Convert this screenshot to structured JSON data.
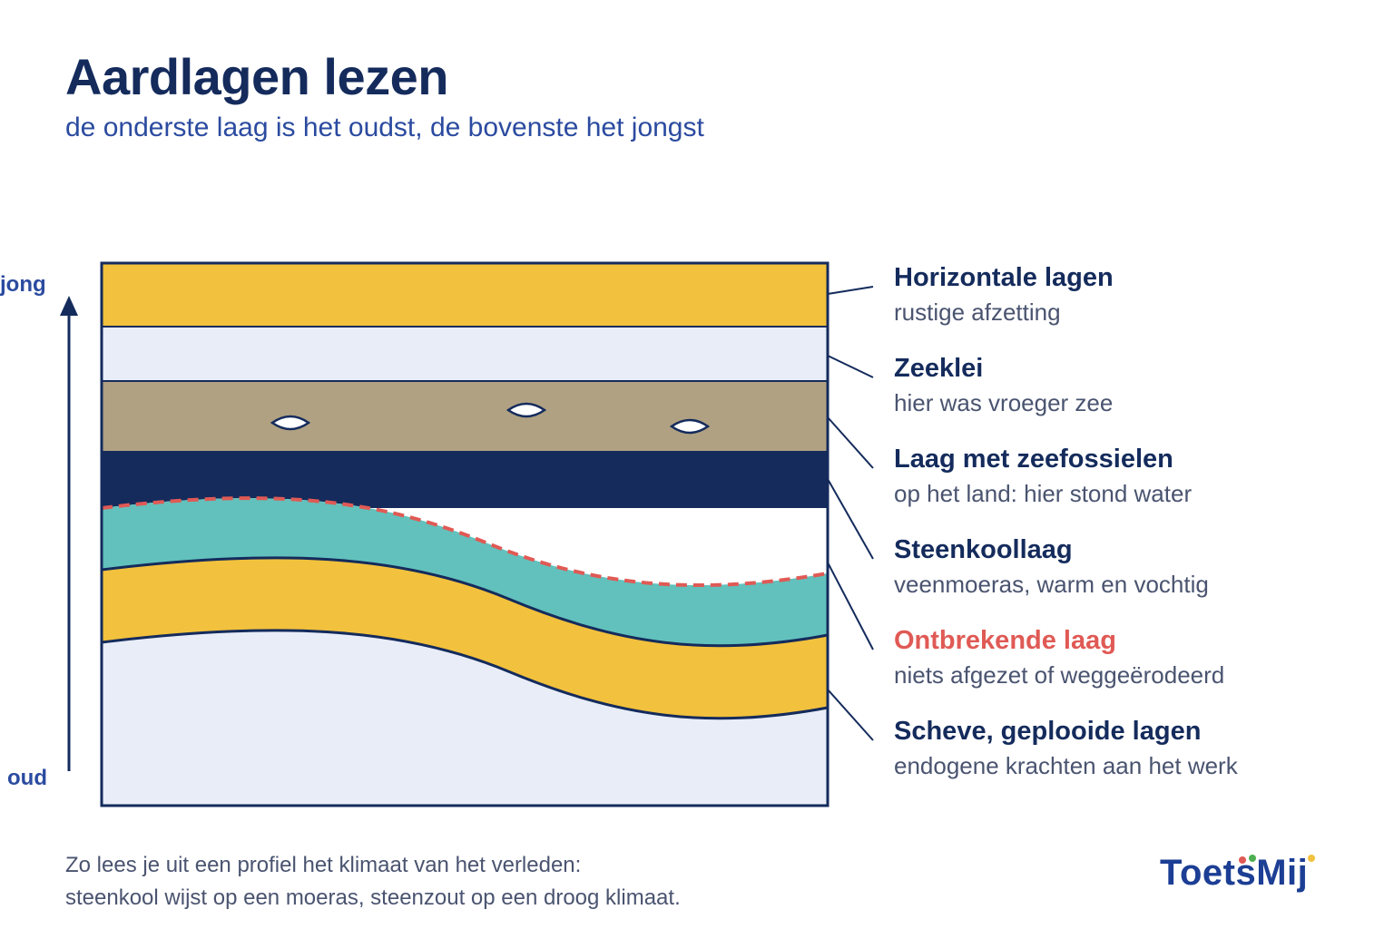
{
  "title": "Aardlagen lezen",
  "subtitle": "de onderste laag is het oudst, de bovenste het jongst",
  "axis": {
    "top": "jong",
    "bottom": "oud"
  },
  "labels": [
    {
      "title": "Horizontale lagen",
      "desc": "rustige afzetting"
    },
    {
      "title": "Zeeklei",
      "desc": "hier was vroeger zee"
    },
    {
      "title": "Laag met zeefossielen",
      "desc": "op het land: hier stond water"
    },
    {
      "title": "Steenkoollaag",
      "desc": "veenmoeras, warm en vochtig"
    },
    {
      "title": "Ontbrekende laag",
      "desc": "niets afgezet of weggeërodeerd"
    },
    {
      "title": "Scheve, geplooide lagen",
      "desc": "endogene krachten aan het werk"
    }
  ],
  "footer": {
    "line1": "Zo lees je uit een profiel het klimaat van het verleden:",
    "line2": "steenkool wijst op een moeras, steenzout op een droog klimaat."
  },
  "logo": {
    "text": "ToetsMij"
  },
  "colors": {
    "yellow": "#f2c13d",
    "pale": "#e8edf8",
    "tan": "#b0a182",
    "navy": "#142b5c",
    "teal": "#62c1bc",
    "red_dash": "#e05a55",
    "accent_blue": "#2b4ba0"
  }
}
